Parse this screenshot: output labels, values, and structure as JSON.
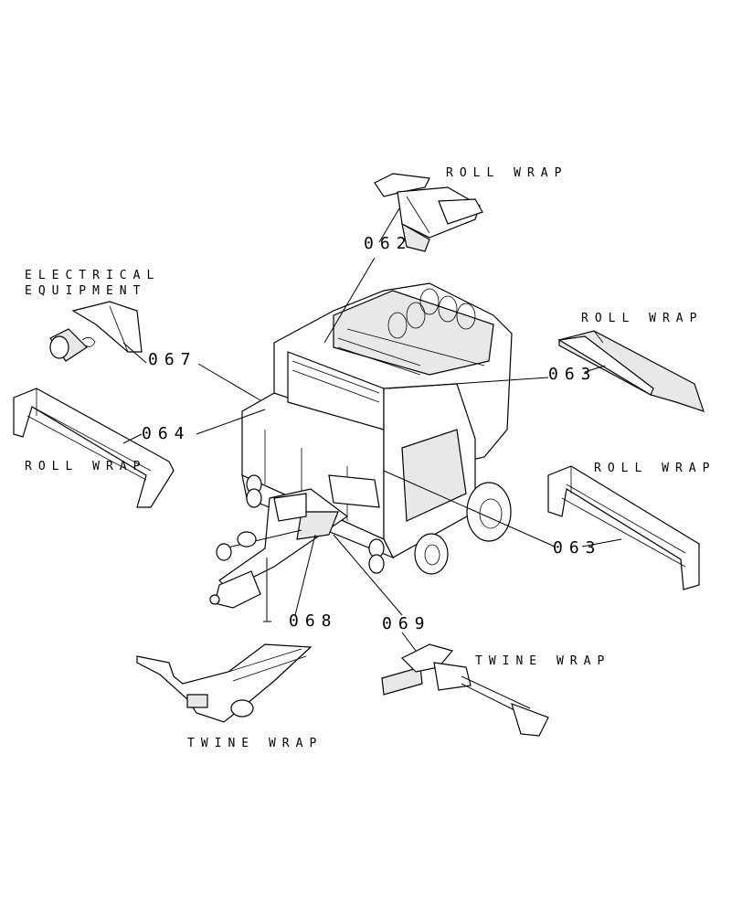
{
  "colors": {
    "ink": "#000000",
    "paper": "#ffffff",
    "shade": "#e8e8e8"
  },
  "callouts": {
    "c062": "062",
    "c063a": "063",
    "c063b": "063",
    "c064": "064",
    "c067": "067",
    "c068": "068",
    "c069": "069"
  },
  "labels": {
    "roll_wrap_top": "ROLL WRAP",
    "roll_wrap_right_upper": "ROLL WRAP",
    "roll_wrap_right_lower": "ROLL WRAP",
    "roll_wrap_left": "ROLL WRAP",
    "electrical_line1": "ELECTRICAL",
    "electrical_line2": "EQUIPMENT",
    "twine_wrap_right": "TWINE WRAP",
    "twine_wrap_bottom": "TWINE WRAP"
  }
}
